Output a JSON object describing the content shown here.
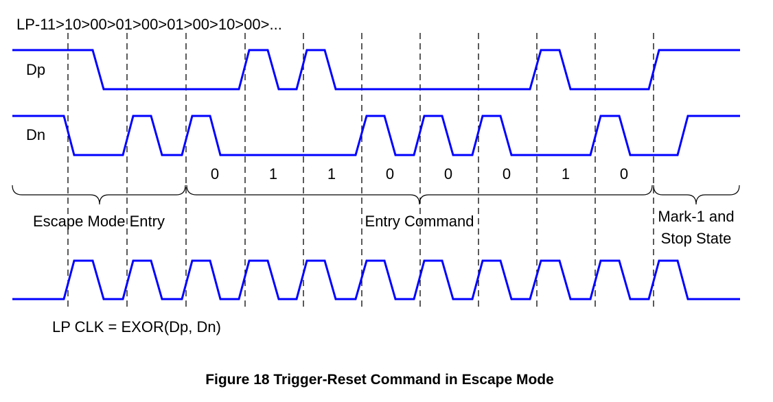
{
  "header_text": "LP-11>10>00>01>00>01>00>10>00>...",
  "signals": {
    "dp_label": "Dp",
    "dn_label": "Dn",
    "clk_label": "LP CLK = EXOR(Dp, Dn)"
  },
  "bits": [
    "0",
    "1",
    "1",
    "0",
    "0",
    "0",
    "1",
    "0"
  ],
  "groups": {
    "escape_entry": "Escape Mode Entry",
    "entry_command": "Entry Command",
    "mark_line1": "Mark-1 and",
    "mark_line2": "Stop State"
  },
  "caption": "Figure 18 Trigger-Reset Command in Escape Mode",
  "colors": {
    "signal": "#0000ff",
    "guide": "#000000",
    "text": "#000000"
  }
}
